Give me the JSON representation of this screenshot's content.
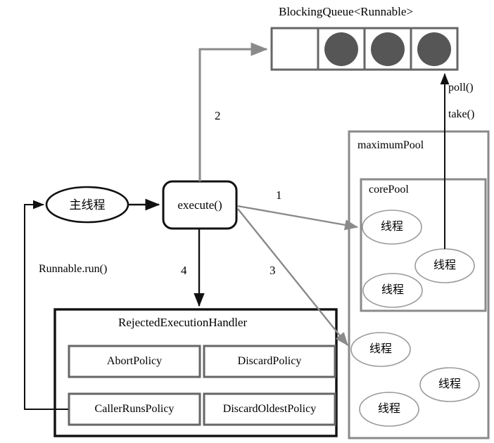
{
  "diagram": {
    "title_queue": "BlockingQueue<Runnable>",
    "queue": {
      "cells": [
        {
          "filled": false
        },
        {
          "filled": true
        },
        {
          "filled": true
        },
        {
          "filled": true
        }
      ],
      "fill_color": "#565656",
      "border_color": "#666666"
    },
    "pools": {
      "maximum_label": "maximumPool",
      "core_label": "corePool",
      "core_threads": [
        "线程",
        "线程",
        "线程"
      ],
      "extra_threads": [
        "线程",
        "线程",
        "线程"
      ],
      "border_color": "#888888"
    },
    "main_thread_label": "主线程",
    "execute_label": "execute()",
    "handler": {
      "title": "RejectedExecutionHandler",
      "policies": [
        "AbortPolicy",
        "DiscardPolicy",
        "CallerRunsPolicy",
        "DiscardOldestPolicy"
      ]
    },
    "edges": {
      "num1": "1",
      "num2": "2",
      "num3": "3",
      "num4": "4",
      "poll": "poll()",
      "take": "take()",
      "runnable_run": "Runnable.run()",
      "gray_color": "#8a8a8a",
      "black_color": "#111111"
    }
  }
}
